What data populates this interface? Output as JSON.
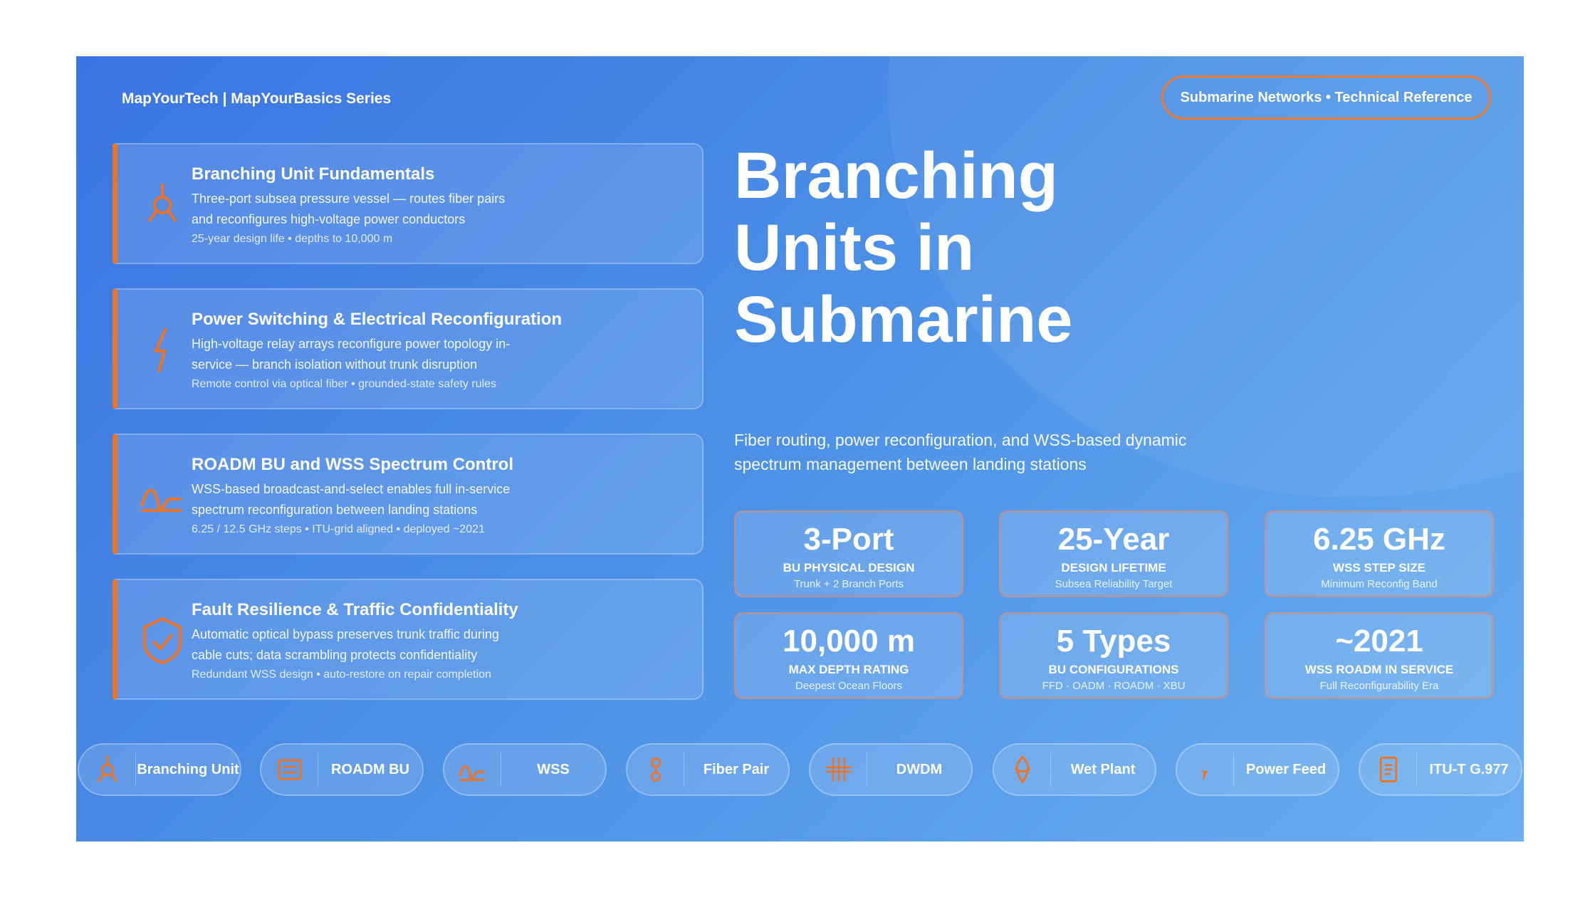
{
  "header": {
    "series": "MapYourTech | MapYourBasics Series",
    "reference": "Submarine Networks • Technical Reference"
  },
  "cards": [
    {
      "title": "Branching Unit Fundamentals",
      "desc": "Three-port subsea pressure vessel — routes fiber pairs and reconfigures high-voltage power conductors",
      "meta": "25-year design life • depths to 10,000 m",
      "icon": "branching-unit-icon"
    },
    {
      "title": "Power Switching & Electrical Reconfiguration",
      "desc": "High-voltage relay arrays reconfigure power topology in-service — branch isolation without trunk disruption",
      "meta": "Remote control via optical fiber • grounded-state safety rules",
      "icon": "lightning-icon"
    },
    {
      "title": "ROADM BU and WSS Spectrum Control",
      "desc": "WSS-based broadcast-and-select enables full in-service spectrum reconfiguration between landing stations",
      "meta": "6.25 / 12.5 GHz steps • ITU-grid aligned • deployed ~2021",
      "icon": "wss-wave-icon"
    },
    {
      "title": "Fault Resilience & Traffic Confidentiality",
      "desc": "Automatic optical bypass preserves trunk traffic during cable cuts; data scrambling protects confidentiality",
      "meta": "Redundant WSS design • auto-restore on repair completion",
      "icon": "shield-check-icon"
    }
  ],
  "hero": {
    "line1": "Branching",
    "line2": "Units in",
    "line3": "Submarine",
    "subtitle": "Fiber routing, power reconfiguration, and WSS-based dynamic spectrum management between landing stations"
  },
  "stats": [
    {
      "value": "3-Port",
      "label": "BU PHYSICAL DESIGN",
      "sub": "Trunk + 2 Branch Ports"
    },
    {
      "value": "25-Year",
      "label": "DESIGN LIFETIME",
      "sub": "Subsea Reliability Target"
    },
    {
      "value": "6.25 GHz",
      "label": "WSS STEP SIZE",
      "sub": "Minimum Reconfig Band"
    },
    {
      "value": "10,000 m",
      "label": "MAX DEPTH RATING",
      "sub": "Deepest Ocean Floors"
    },
    {
      "value": "5 Types",
      "label": "BU CONFIGURATIONS",
      "sub": "FFD · OADM · ROADM · XBU"
    },
    {
      "value": "~2021",
      "label": "WSS ROADM IN SERVICE",
      "sub": "Full Reconfigurability Era"
    }
  ],
  "chips": [
    {
      "label": "Branching Unit",
      "icon": "branching-unit-icon"
    },
    {
      "label": "ROADM BU",
      "icon": "roadm-box-icon"
    },
    {
      "label": "WSS",
      "icon": "wss-wave-icon"
    },
    {
      "label": "Fiber Pair",
      "icon": "fiber-pair-icon"
    },
    {
      "label": "DWDM",
      "icon": "dwdm-grid-icon"
    },
    {
      "label": "Wet Plant",
      "icon": "wet-plant-icon"
    },
    {
      "label": "Power Feed",
      "icon": "lightning-icon"
    },
    {
      "label": "ITU-T G.977",
      "icon": "document-icon"
    }
  ],
  "colors": {
    "accent": "#ee7424",
    "bg_start": "#3a74e2",
    "bg_end": "#69aef0"
  }
}
